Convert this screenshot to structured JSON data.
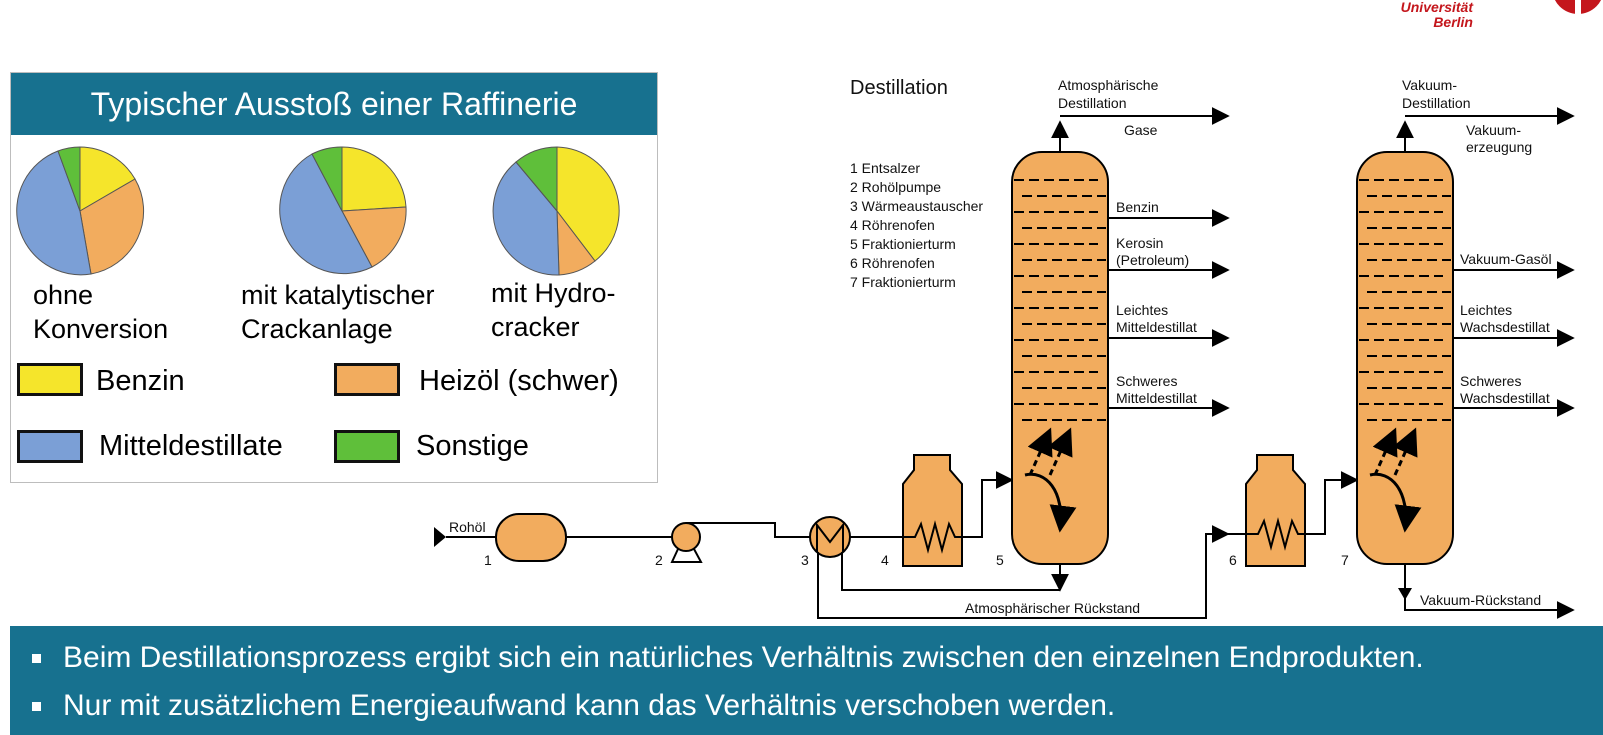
{
  "logo": {
    "line1": "Universität",
    "line2": "Berlin"
  },
  "panel": {
    "title": "Typischer Ausstoß einer Raffinerie",
    "pies": [
      {
        "label_line1": "ohne",
        "label_line2": "Konversion"
      },
      {
        "label_line1": "mit katalytischer",
        "label_line2": "Crackanlage"
      },
      {
        "label_line1": "mit Hydro-",
        "label_line2": "cracker"
      }
    ],
    "legend": [
      {
        "label": "Benzin",
        "color": "#f5e52b"
      },
      {
        "label": "Heizöl (schwer)",
        "color": "#f2ac5e"
      },
      {
        "label": "Mitteldestillate",
        "color": "#7b9fd6"
      },
      {
        "label": "Sonstige",
        "color": "#5fbf3a"
      }
    ]
  },
  "diagram": {
    "title": "Destillation",
    "steps": [
      "1 Entsalzer",
      "2 Rohölpumpe",
      "3 Wärmeaustauscher",
      "4 Röhrenofen",
      "5 Fraktionierturm",
      "6 Röhrenofen",
      "7 Fraktionierturm"
    ],
    "input_label": "Rohöl",
    "numbers": [
      "1",
      "2",
      "3",
      "4",
      "5",
      "6",
      "7"
    ],
    "column1": {
      "title_line1": "Atmosphärische",
      "title_line2": "Destillation",
      "gas": "Gase",
      "products": [
        {
          "line1": "Benzin",
          "line2": ""
        },
        {
          "line1": "Kerosin",
          "line2": "(Petroleum)"
        },
        {
          "line1": "Leichtes",
          "line2": "Mitteldestillat"
        },
        {
          "line1": "Schweres",
          "line2": "Mitteldestillat"
        }
      ],
      "residue": "Atmosphärischer Rückstand"
    },
    "column2": {
      "title_line1": "Vakuum-",
      "title_line2": "Destillation",
      "top_line1": "Vakuum-",
      "top_line2": "erzeugung",
      "products": [
        {
          "line1": "Vakuum-Gasöl",
          "line2": ""
        },
        {
          "line1": "Leichtes",
          "line2": "Wachsdestillat"
        },
        {
          "line1": "Schweres",
          "line2": "Wachsdestillat"
        }
      ],
      "residue": "Vakuum-Rückstand"
    },
    "colors": {
      "equipment": "#f2ac5e",
      "line": "#000000"
    }
  },
  "footer": {
    "bullets": [
      "Beim Destillationsprozess ergibt sich ein natürliches Verhältnis zwischen den einzelnen Endprodukten.",
      "Nur mit zusätzlichem Energieaufwand kann das Verhältnis verschoben werden."
    ]
  }
}
